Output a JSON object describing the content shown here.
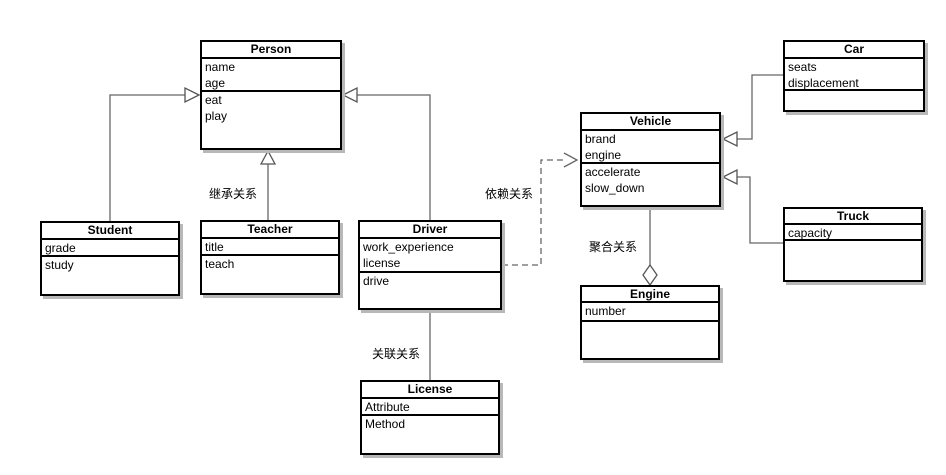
{
  "classes": [
    {
      "name": "Person",
      "attributes": [
        "name",
        "age"
      ],
      "methods": [
        "eat",
        "play"
      ]
    },
    {
      "name": "Student",
      "attributes": [
        "grade"
      ],
      "methods": [
        "study"
      ]
    },
    {
      "name": "Teacher",
      "attributes": [
        "title"
      ],
      "methods": [
        "teach"
      ]
    },
    {
      "name": "Driver",
      "attributes": [
        "work_experience",
        "license"
      ],
      "methods": [
        "drive"
      ]
    },
    {
      "name": "License",
      "attributes": [
        "Attribute"
      ],
      "methods": [
        "Method"
      ]
    },
    {
      "name": "Vehicle",
      "attributes": [
        "brand",
        "engine"
      ],
      "methods": [
        "accelerate",
        "slow_down"
      ]
    },
    {
      "name": "Engine",
      "attributes": [
        "number"
      ],
      "methods": []
    },
    {
      "name": "Car",
      "attributes": [
        "seats",
        "displacement"
      ],
      "methods": []
    },
    {
      "name": "Truck",
      "attributes": [
        "capacity"
      ],
      "methods": []
    }
  ],
  "relationships": [
    {
      "type": "inheritance",
      "from": "Student",
      "to": "Person"
    },
    {
      "type": "inheritance",
      "from": "Teacher",
      "to": "Person",
      "label": "继承关系"
    },
    {
      "type": "inheritance",
      "from": "Driver",
      "to": "Person"
    },
    {
      "type": "association",
      "from": "Driver",
      "to": "License",
      "label": "关联关系"
    },
    {
      "type": "dependency",
      "from": "Driver",
      "to": "Vehicle",
      "label": "依赖关系"
    },
    {
      "type": "aggregation",
      "from": "Vehicle",
      "to": "Engine",
      "label": "聚合关系"
    },
    {
      "type": "inheritance",
      "from": "Car",
      "to": "Vehicle"
    },
    {
      "type": "inheritance",
      "from": "Truck",
      "to": "Vehicle"
    }
  ],
  "colors": {
    "line": "#666666",
    "box_border": "#000000",
    "box_fill": "#ffffff",
    "shadow": "#b8b8b8",
    "background": "#ffffff"
  }
}
